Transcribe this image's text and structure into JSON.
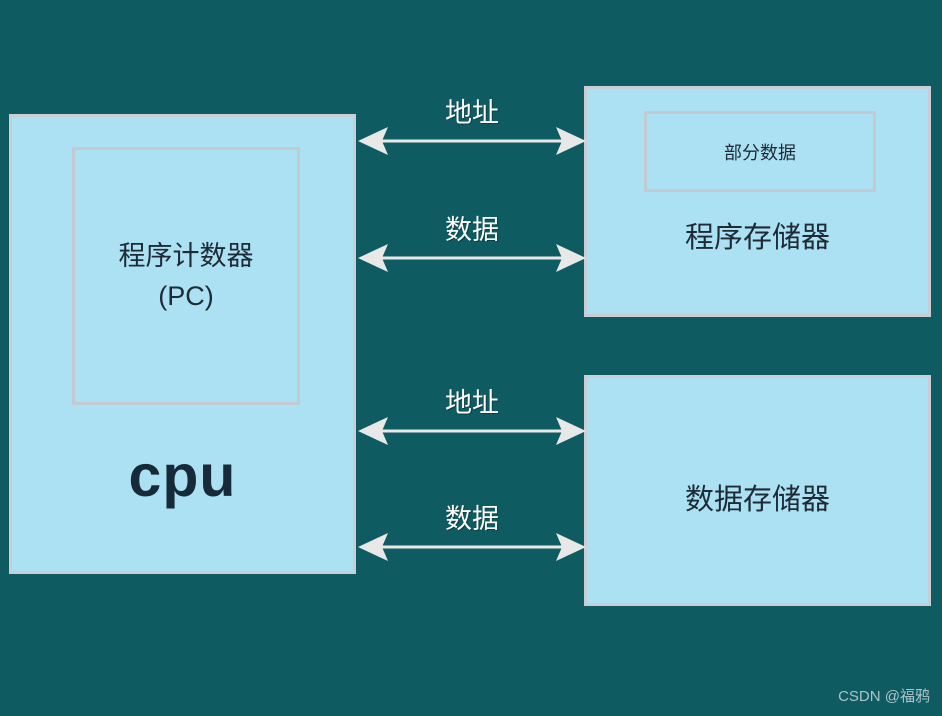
{
  "diagram": {
    "background_color": "#0f5b62",
    "block_fill_color": "#ace0f3",
    "block_border_color": "#c9ced4",
    "text_color": "#1d2b37",
    "arrow_color": "#e8e8e8"
  },
  "cpu": {
    "title": "cpu",
    "inner": {
      "label": "程序计数器\n(PC)"
    }
  },
  "program_memory": {
    "title": "程序存储器",
    "inner": {
      "label": "部分数据"
    }
  },
  "data_memory": {
    "title": "数据存储器"
  },
  "buses": [
    {
      "label": "地址",
      "from": "cpu",
      "to": "program_memory",
      "direction": "bidirectional"
    },
    {
      "label": "数据",
      "from": "cpu",
      "to": "program_memory",
      "direction": "bidirectional"
    },
    {
      "label": "地址",
      "from": "cpu",
      "to": "data_memory",
      "direction": "bidirectional"
    },
    {
      "label": "数据",
      "from": "cpu",
      "to": "data_memory",
      "direction": "bidirectional"
    }
  ],
  "watermark": {
    "text": "CSDN @福鸦"
  }
}
